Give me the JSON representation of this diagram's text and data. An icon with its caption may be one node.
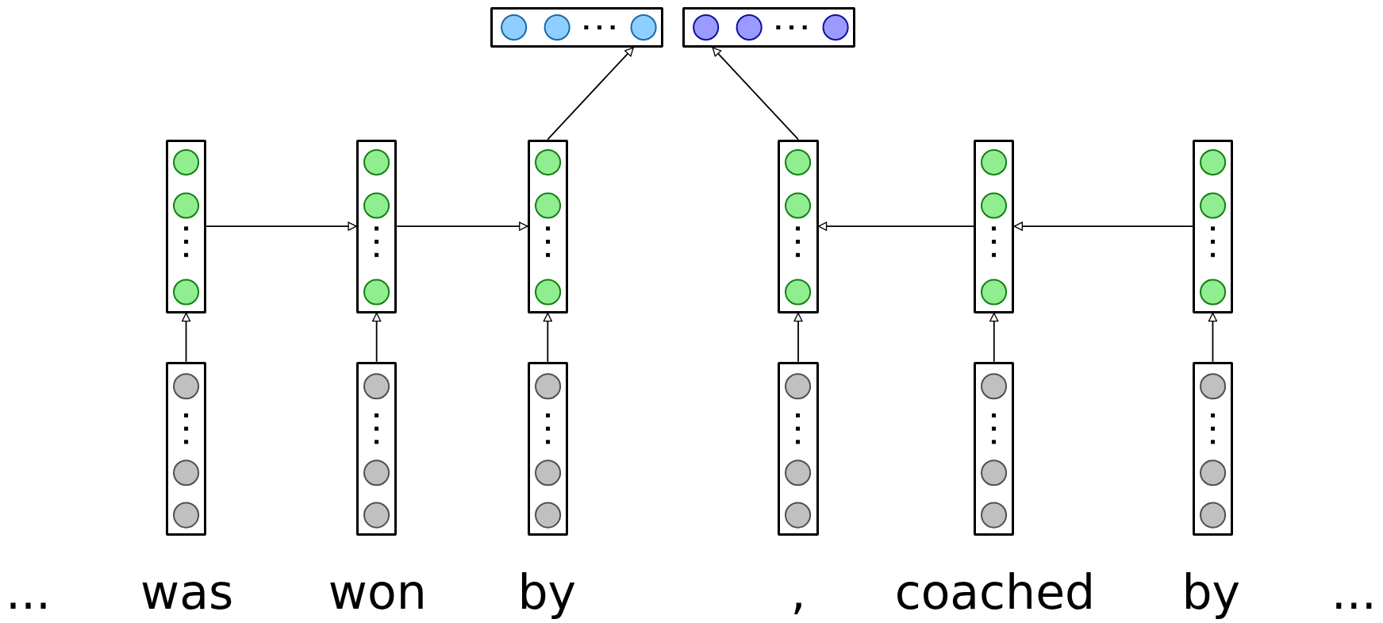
{
  "diagram": {
    "nodes": [
      {
        "text": [],
        "shape": "box"
      },
      {
        "text": [],
        "shape": "box"
      },
      {
        "text": [],
        "shape": "box"
      },
      {
        "text": [],
        "shape": "box"
      },
      {
        "text": [],
        "shape": "box"
      },
      {
        "text": [],
        "shape": "box"
      },
      {
        "text": [],
        "shape": "box"
      },
      {
        "text": [],
        "shape": "box"
      },
      {
        "text": [],
        "shape": "box"
      },
      {
        "text": [],
        "shape": "box"
      },
      {
        "text": [],
        "shape": "box"
      },
      {
        "text": [],
        "shape": "box"
      },
      {
        "text": [],
        "shape": "box"
      },
      {
        "text": [],
        "shape": "box"
      }
    ],
    "edges": [
      {
        "from": 4,
        "to": 0,
        "arrow": "to"
      },
      {
        "from": 5,
        "to": 1,
        "arrow": "to"
      },
      {
        "from": 2,
        "to": 3,
        "arrow": "to"
      },
      {
        "from": 3,
        "to": 4,
        "arrow": "to"
      },
      {
        "from": 7,
        "to": 6,
        "arrow": "to"
      },
      {
        "from": 6,
        "to": 5,
        "arrow": "to"
      },
      {
        "from": 8,
        "to": 2,
        "arrow": "to"
      },
      {
        "from": 9,
        "to": 3,
        "arrow": "to"
      },
      {
        "from": 10,
        "to": 4,
        "arrow": "to"
      },
      {
        "from": 11,
        "to": 5,
        "arrow": "to"
      },
      {
        "from": 12,
        "to": 6,
        "arrow": "to"
      },
      {
        "from": 13,
        "to": 7,
        "arrow": "to"
      }
    ],
    "labels": [
      "...",
      "was",
      "won",
      "by",
      ",",
      "coached",
      "by",
      "..."
    ]
  }
}
